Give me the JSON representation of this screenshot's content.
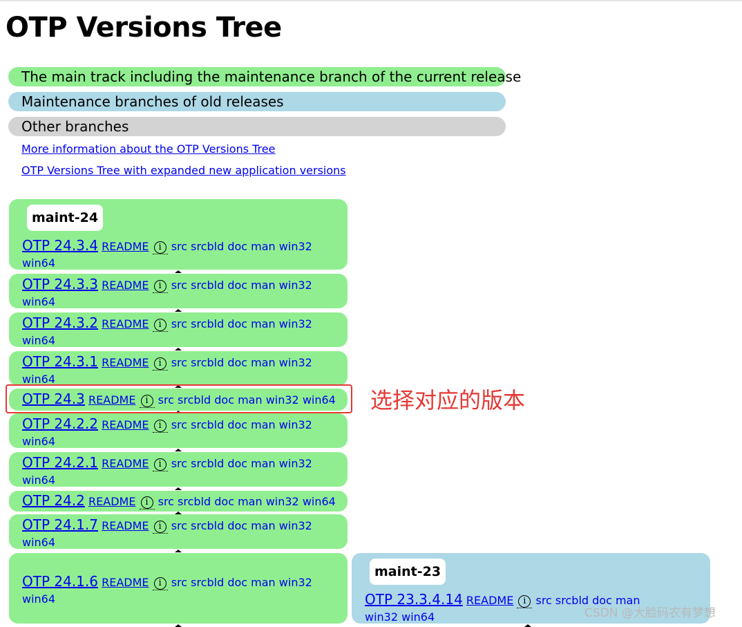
{
  "page": {
    "title": "OTP Versions Tree"
  },
  "legend": {
    "main_track": "The main track including the maintenance branch of the current release",
    "maint_old": "Maintenance branches of old releases",
    "other": "Other branches"
  },
  "links": {
    "more_info": "More information about the OTP Versions Tree",
    "expanded": "OTP Versions Tree with expanded new application versions"
  },
  "colors": {
    "main_track": "#90ee90",
    "maint_old": "#add8e6",
    "other": "#d3d3d3",
    "link": "#0000ee",
    "annotation": "#e53935"
  },
  "icons": {
    "info": "info-circle-icon"
  },
  "branches": [
    {
      "name": "maint-24",
      "releases": [
        {
          "version": "OTP 24.3.4",
          "readme": "README",
          "info": "i",
          "downloads": "src srcbld doc man win32 win64"
        },
        {
          "version": "OTP 24.3.3",
          "readme": "README",
          "info": "i",
          "downloads": "src srcbld doc man win32 win64"
        },
        {
          "version": "OTP 24.3.2",
          "readme": "README",
          "info": "i",
          "downloads": "src srcbld doc man win32 win64"
        },
        {
          "version": "OTP 24.3.1",
          "readme": "README",
          "info": "i",
          "downloads": "src srcbld doc man win32 win64"
        },
        {
          "version": "OTP 24.3",
          "readme": "README",
          "info": "i",
          "downloads": "src srcbld doc man win32 win64"
        },
        {
          "version": "OTP 24.2.2",
          "readme": "README",
          "info": "i",
          "downloads": "src srcbld doc man win32 win64"
        },
        {
          "version": "OTP 24.2.1",
          "readme": "README",
          "info": "i",
          "downloads": "src srcbld doc man win32 win64"
        },
        {
          "version": "OTP 24.2",
          "readme": "README",
          "info": "i",
          "downloads": "src srcbld doc man win32 win64"
        },
        {
          "version": "OTP 24.1.7",
          "readme": "README",
          "info": "i",
          "downloads": "src srcbld doc man win32 win64"
        },
        {
          "version": "OTP 24.1.6",
          "readme": "README",
          "info": "i",
          "downloads": "src srcbld doc man win32 win64"
        }
      ]
    },
    {
      "name": "maint-23",
      "releases": [
        {
          "version": "OTP 23.3.4.14",
          "readme": "README",
          "info": "i",
          "downloads": "src srcbld doc man win32 win64"
        }
      ]
    }
  ],
  "annotation": {
    "text": "选择对应的版本"
  },
  "watermark": {
    "text": "CSDN @大脸码农有梦想"
  }
}
